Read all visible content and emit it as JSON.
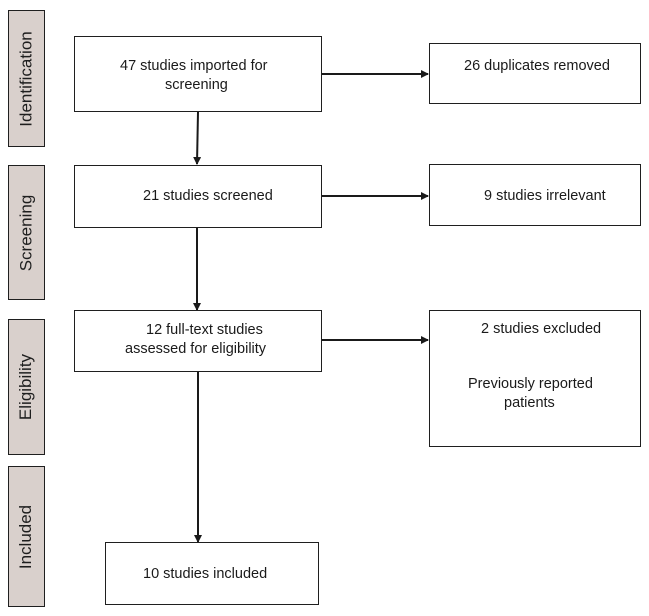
{
  "phases": {
    "identification": "Identification",
    "screening": "Screening",
    "eligibility": "Eligibility",
    "included": "Included"
  },
  "boxes": {
    "imported_line1": "47 studies imported for",
    "imported_line2": "screening",
    "duplicates": "26 duplicates removed",
    "screened": "21 studies screened",
    "irrelevant": "9 studies irrelevant",
    "fulltext_line1": "12 full-text studies",
    "fulltext_line2": "assessed for eligibility",
    "excluded_title": "2 studies excluded",
    "excluded_reason_line1": "Previously reported",
    "excluded_reason_line2": "patients",
    "included": "10 studies included"
  }
}
